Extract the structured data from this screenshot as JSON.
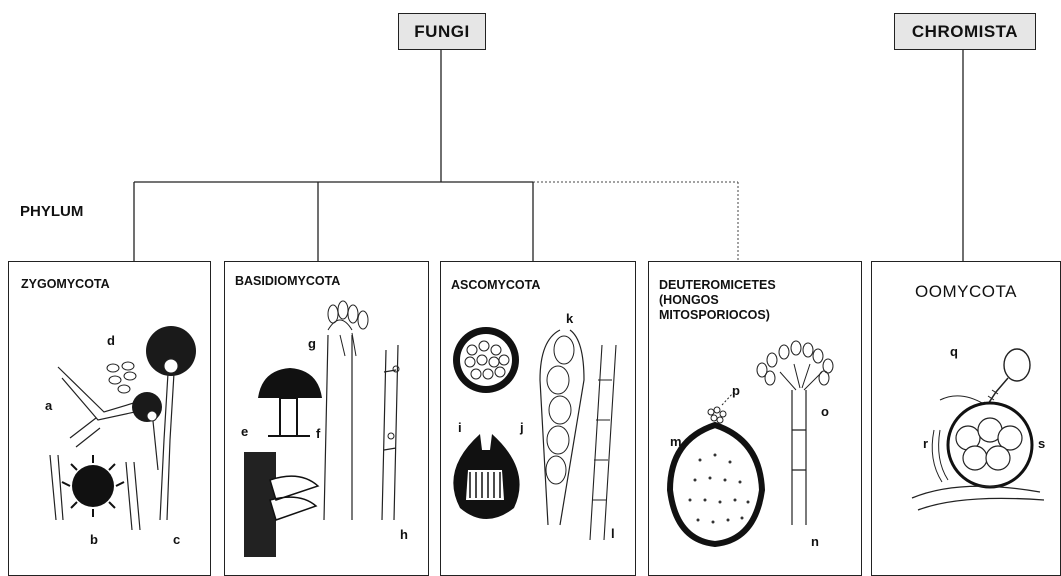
{
  "kingdoms": {
    "fungi": "FUNGI",
    "chromista": "CHROMISTA"
  },
  "phylum_label": "PHYLUM",
  "panels": {
    "zygomycota": {
      "title": "ZYGOMYCOTA",
      "labels": {
        "a": "a",
        "b": "b",
        "c": "c",
        "d": "d"
      }
    },
    "basidiomycota": {
      "title": "BASIDIOMYCOTA",
      "labels": {
        "e": "e",
        "f": "f",
        "g": "g",
        "h": "h"
      }
    },
    "ascomycota": {
      "title": "ASCOMYCOTA",
      "labels": {
        "i": "i",
        "j": "j",
        "k": "k",
        "l": "l"
      }
    },
    "deuteromicetes": {
      "title_line1": "DEUTEROMICETES",
      "title_line2": "(HONGOS",
      "title_line3": "MITOSPORIOCOS)",
      "labels": {
        "m": "m",
        "n": "n",
        "o": "o",
        "p": "p"
      }
    },
    "oomycota": {
      "title": "OOMYCOTA",
      "labels": {
        "q": "q",
        "r": "r",
        "s": "s"
      }
    }
  }
}
